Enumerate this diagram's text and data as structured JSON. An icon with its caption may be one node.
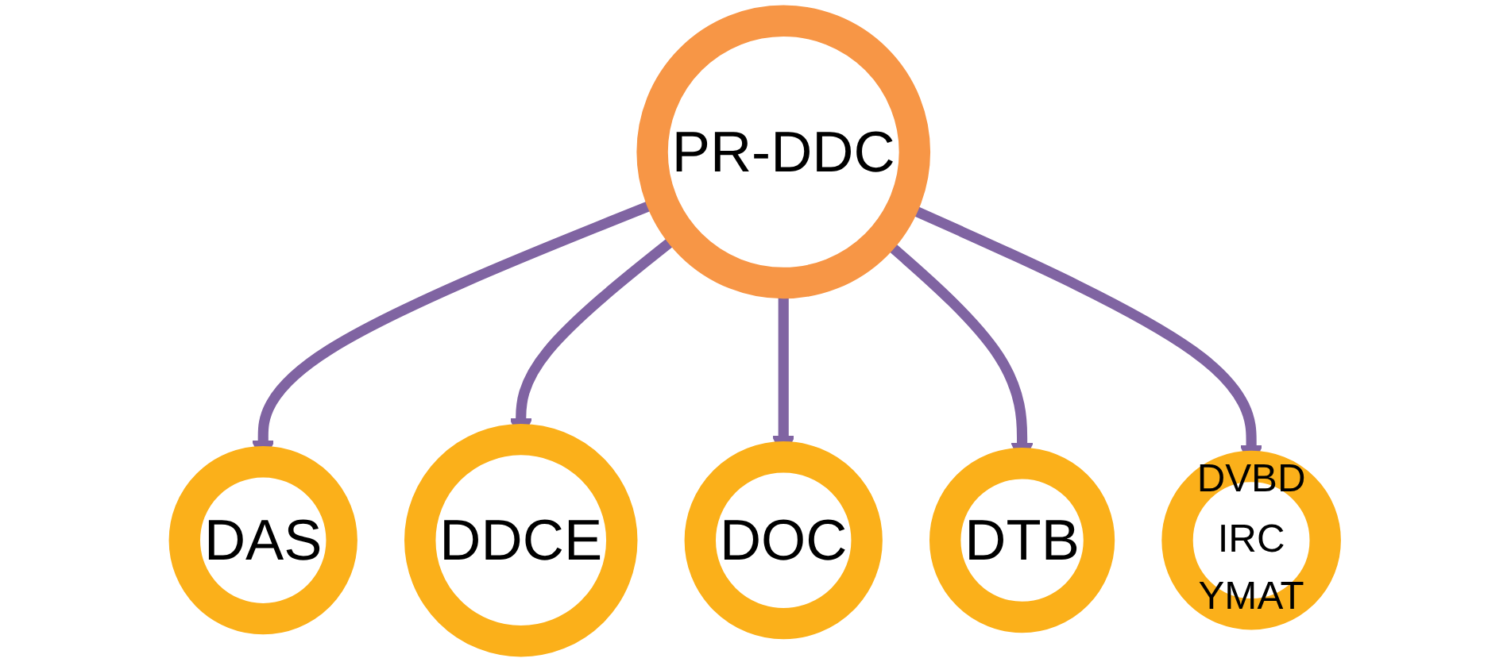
{
  "diagram": {
    "nodes": [
      {
        "text": [
          "PR-DDC"
        ]
      },
      {
        "text": [
          "DAS"
        ]
      },
      {
        "text": [
          "DDCE"
        ]
      },
      {
        "text": [
          "DOC"
        ]
      },
      {
        "text": [
          "DTB"
        ]
      },
      {
        "text": [
          "DVBD",
          "IRC",
          "YMAT"
        ]
      }
    ],
    "edges": [
      {
        "from": 0,
        "to": 1,
        "arrow": "to"
      },
      {
        "from": 0,
        "to": 2,
        "arrow": "to"
      },
      {
        "from": 0,
        "to": 3,
        "arrow": "to"
      },
      {
        "from": 0,
        "to": 4,
        "arrow": "to"
      },
      {
        "from": 0,
        "to": 5,
        "arrow": "to"
      }
    ]
  }
}
